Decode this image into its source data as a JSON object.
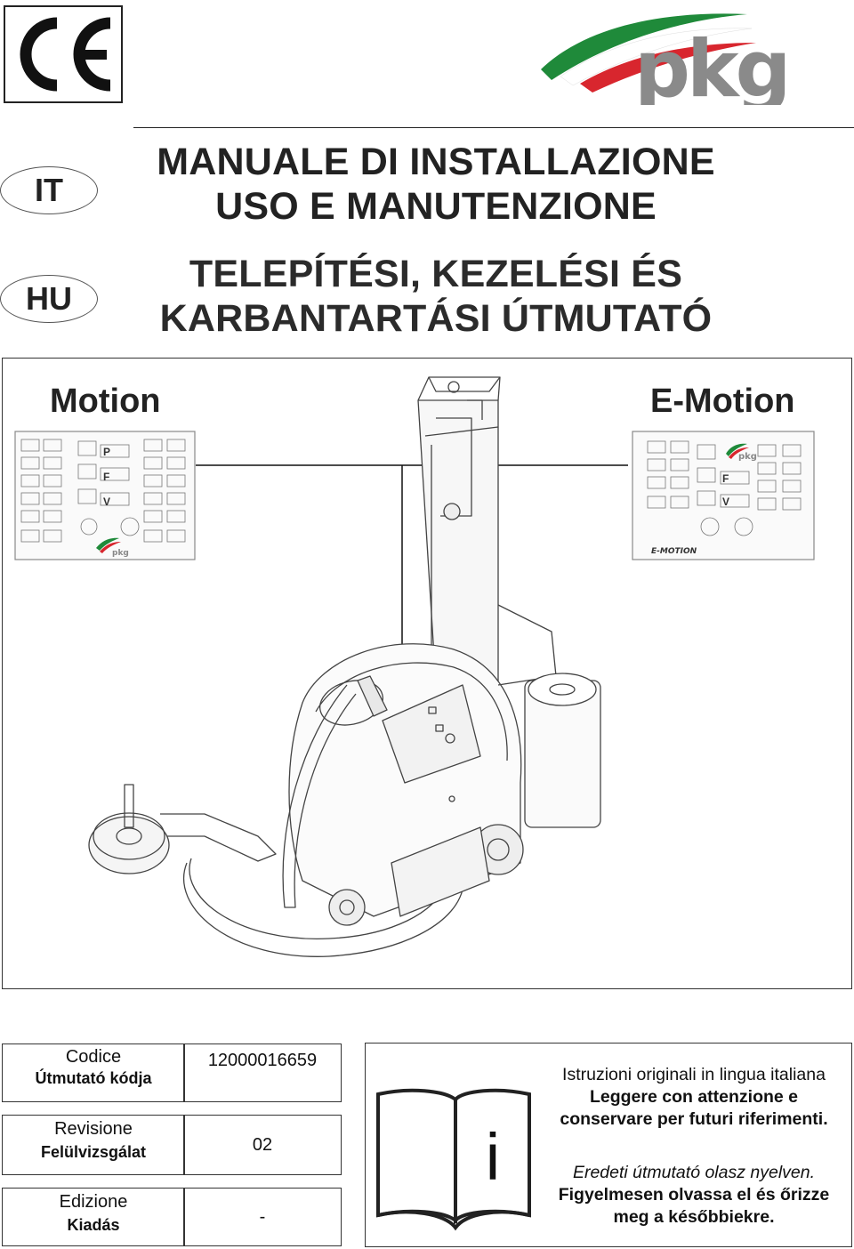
{
  "header": {
    "ce_mark": "CE",
    "brand": "pkg"
  },
  "languages": [
    {
      "code": "IT"
    },
    {
      "code": "HU"
    }
  ],
  "titles": {
    "it_line1": "MANUALE DI INSTALLAZIONE",
    "it_line2": "USO E MANUTENZIONE",
    "hu_line1": "TELEPÍTÉSI, KEZELÉSI ÉS",
    "hu_line2": "KARBANTARTÁSI ÚTMUTATÓ"
  },
  "models": {
    "left": "Motion",
    "right": "E-Motion"
  },
  "control_panels": {
    "left_brand": "pkg",
    "right_brand": "pkg",
    "right_footer": "E-MOTION",
    "letters": [
      "P",
      "F",
      "V"
    ]
  },
  "table": {
    "code_label_it": "Codice",
    "code_label_hu": "Útmutató kódja",
    "code_value": "12000016659",
    "rev_label_it": "Revisione",
    "rev_label_hu": "Felülvizsgálat",
    "rev_value": "02",
    "ed_label_it": "Edizione",
    "ed_label_hu": "Kiadás",
    "ed_value": "-"
  },
  "info": {
    "icon_letter": "i",
    "it_line1": "Istruzioni originali in lingua italiana",
    "it_line2": "Leggere con attenzione e",
    "it_line3": "conservare per futuri riferimenti.",
    "hu_line1": "Eredeti útmutató olasz nyelven.",
    "hu_line2": "Figyelmesen olvassa el és őrizze",
    "hu_line3": "meg a későbbiekre."
  },
  "colors": {
    "brand_green": "#1f8a3a",
    "brand_red": "#d8262e",
    "brand_gray": "#8a8a8a"
  }
}
